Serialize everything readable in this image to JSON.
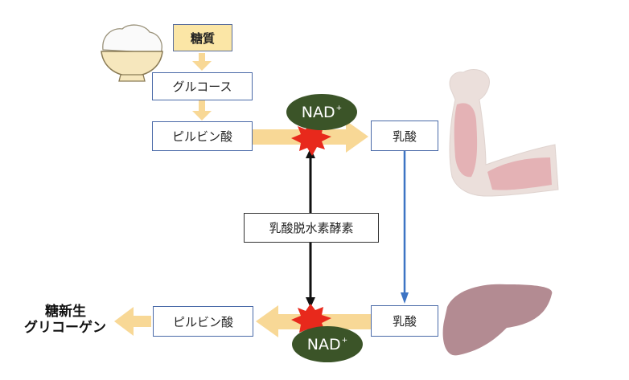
{
  "diagram": {
    "top": {
      "sugar": "糖質",
      "glucose": "グルコース",
      "pyruvate": "ピルビン酸",
      "lactate": "乳酸",
      "cofactor": "NAD",
      "cofactor_charge": "+"
    },
    "middle": {
      "enzyme": "乳酸脱水素酵素"
    },
    "bottom": {
      "lactate": "乳酸",
      "pyruvate": "ピルビン酸",
      "cofactor": "NAD",
      "cofactor_charge": "+",
      "outcome_line1": "糖新生",
      "outcome_line2": "グリコーゲン"
    },
    "illustrations": [
      "rice-bowl",
      "flexed-arm-muscle",
      "liver"
    ],
    "colors": {
      "flow_arrow": "#f8d896",
      "box_border": "#4a6aa8",
      "sugar_fill": "#fbe6a6",
      "nad_fill": "#3b5428",
      "burst": "#e8291c",
      "transport_arrow": "#3d74c4",
      "enzyme_arrow": "#111111",
      "muscle": "#e0a9ac",
      "liver": "#b38b92"
    }
  }
}
